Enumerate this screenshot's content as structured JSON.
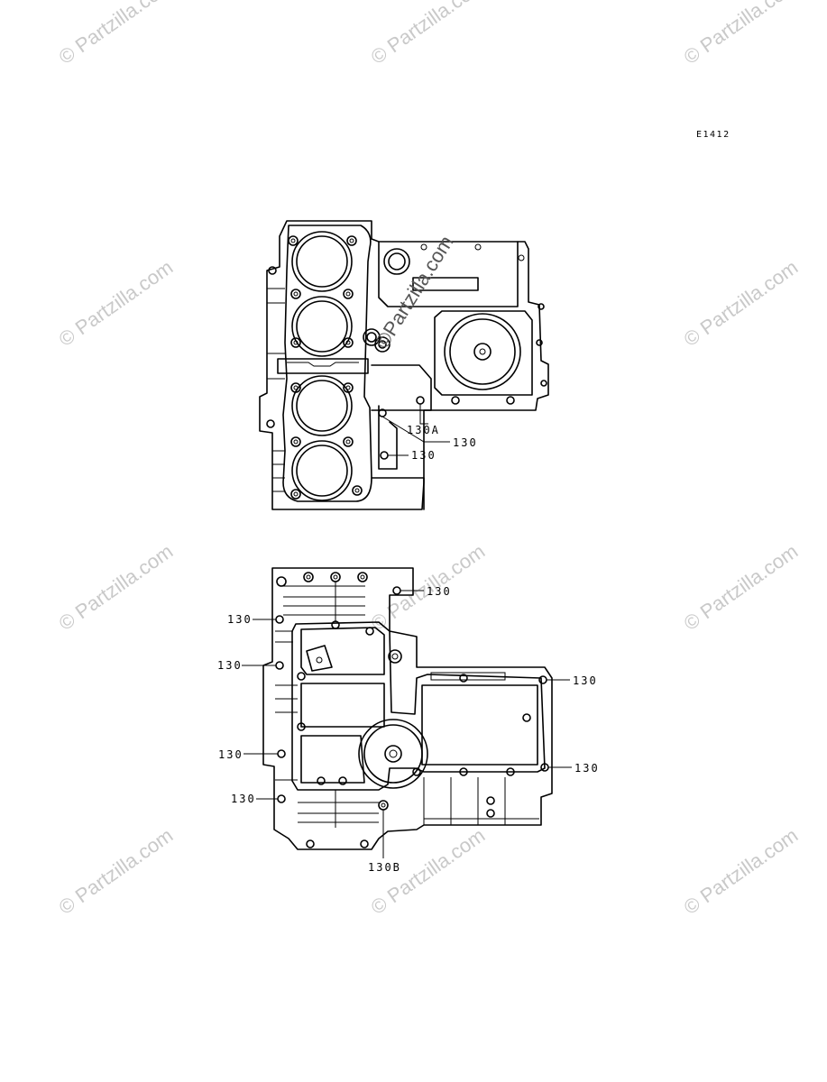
{
  "diagram_code": "E1412",
  "watermark": "© Partzilla.com",
  "center_watermark": "©Partzilla.com",
  "callouts": {
    "upper_130A": "130A",
    "upper_130_a": "130",
    "upper_130_b": "130",
    "lower_130_top": "130",
    "lower_130_left1": "130",
    "lower_130_left2": "130",
    "lower_130_right1": "130",
    "lower_130_left3": "130",
    "lower_130_right2": "130",
    "lower_130_left4": "130",
    "lower_130B": "130B"
  },
  "colors": {
    "ink": "#000000",
    "watermark": "#c9c9c9"
  }
}
